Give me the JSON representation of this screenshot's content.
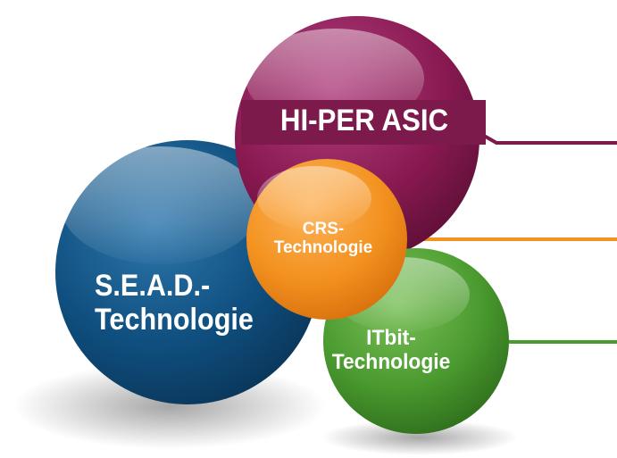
{
  "diagram": {
    "nodes": [
      {
        "id": "hiper",
        "line1": "HI-PER ASIC",
        "line2": "",
        "color": "#8a1a52"
      },
      {
        "id": "sead",
        "line1": "S.E.A.D.-",
        "line2": "Technologie",
        "color": "#0f4f7f"
      },
      {
        "id": "crs",
        "line1": "CRS-",
        "line2": "Technologie",
        "color": "#f39220"
      },
      {
        "id": "itbit",
        "line1": "ITbit-",
        "line2": "Technologie",
        "color": "#4a9a2f"
      }
    ],
    "connectors": [
      {
        "from": "hiper",
        "color": "#7d1a4c"
      },
      {
        "from": "crs",
        "color": "#f39220"
      },
      {
        "from": "itbit",
        "color": "#4a9a2f"
      }
    ]
  }
}
